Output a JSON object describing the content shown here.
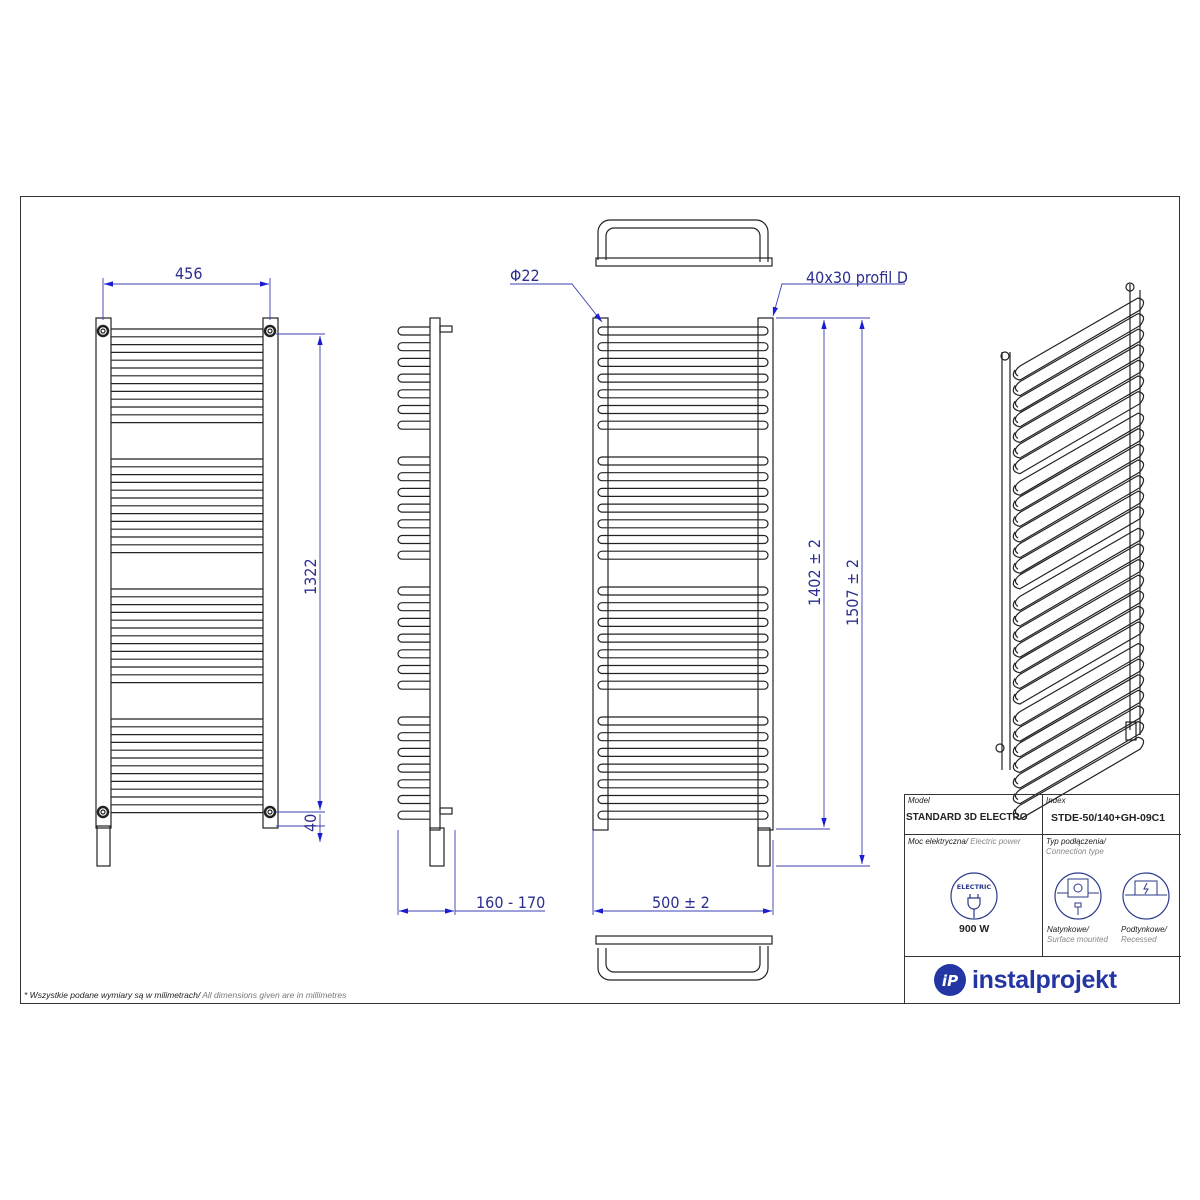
{
  "dimensions": {
    "width_front": "456",
    "height_axis": "1322",
    "bottom_offset": "40",
    "depth": "160 - 170",
    "diameter": "Φ22",
    "profile": "40x30 profil D",
    "width_total": "500  ± 2",
    "height_1402": "1402  ± 2",
    "height_1507": "1507  ± 2"
  },
  "title_block": {
    "model_label": "Model",
    "model_value": "STANDARD 3D ELECTRO",
    "index_label": "Index",
    "index_value": "STDE-50/140+GH-09C1",
    "power_label_pl": "Moc elektryczna/",
    "power_label_en": " Electric power",
    "electric_badge": "ELECTRIC",
    "power_value": "900 W",
    "connection_label_pl": "Typ podłączenia/",
    "connection_label_en": "Connection type",
    "surface_pl": "Natynkowe/",
    "surface_en": "Surface mounted",
    "recessed_pl": "Podtynkowe/",
    "recessed_en": "Recessed",
    "logo_text": "instalprojekt",
    "logo_mark": "iP"
  },
  "footnote": {
    "pl": "* Wszystkie podane wymiary są w milimetrach/",
    "en": " All dimensions given are in millimetres"
  },
  "colors": {
    "dimension": "#2b2f8f",
    "brand": "#2336a4",
    "line": "#222222"
  }
}
